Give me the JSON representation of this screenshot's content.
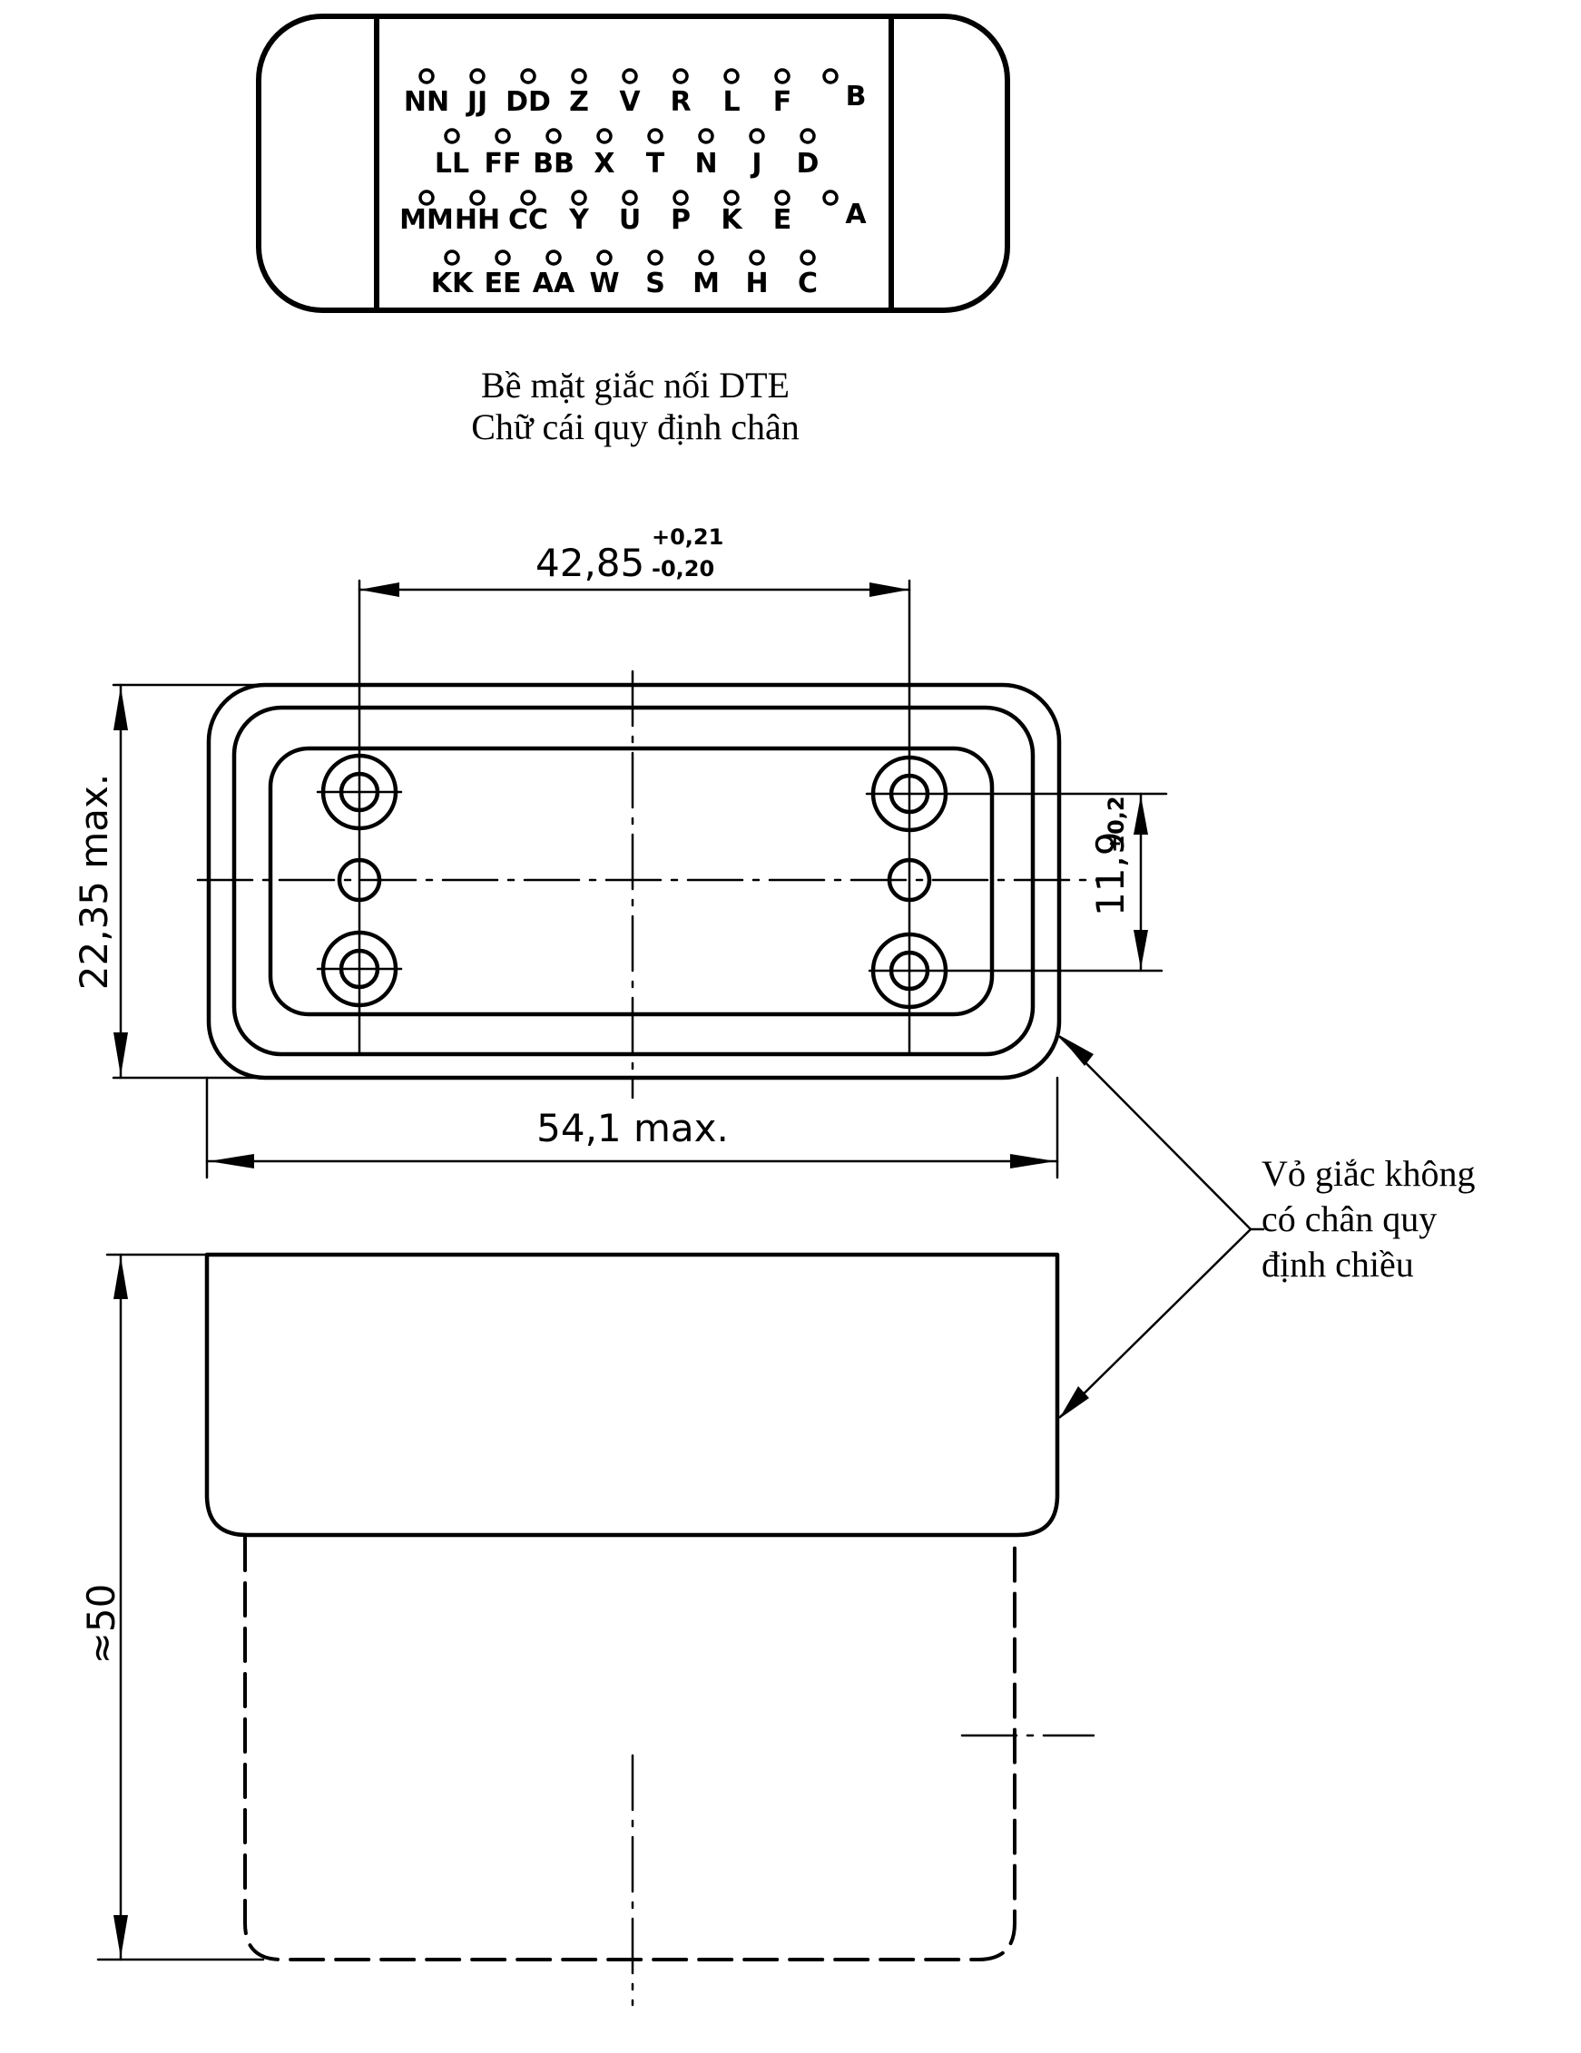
{
  "connector_face": {
    "caption_line1": "Bề mặt giắc nối DTE",
    "caption_line2": "Chữ cái quy định chân",
    "pin_rows": [
      [
        "NN",
        "JJ",
        "DD",
        "Z",
        "V",
        "R",
        "L",
        "F",
        "B"
      ],
      [
        "LL",
        "FF",
        "BB",
        "X",
        "T",
        "N",
        "J",
        "D"
      ],
      [
        "MM",
        "HH",
        "CC",
        "Y",
        "U",
        "P",
        "K",
        "E",
        "A"
      ],
      [
        "KK",
        "EE",
        "AA",
        "W",
        "S",
        "M",
        "H",
        "C"
      ]
    ]
  },
  "front_view": {
    "dim_hole_spacing": {
      "value": "42,85",
      "tol_plus": "+0,21",
      "tol_minus": "-0,20"
    },
    "dim_height": "22,35 max.",
    "dim_width": "54,1 max.",
    "dim_vertical_spacing": {
      "value": "11,9",
      "tol": "±0,2"
    }
  },
  "side_view": {
    "dim_length": "≈50"
  },
  "annotation": {
    "line1": "Vỏ giắc không",
    "line2": "có chân quy",
    "line3": "định chiều"
  }
}
